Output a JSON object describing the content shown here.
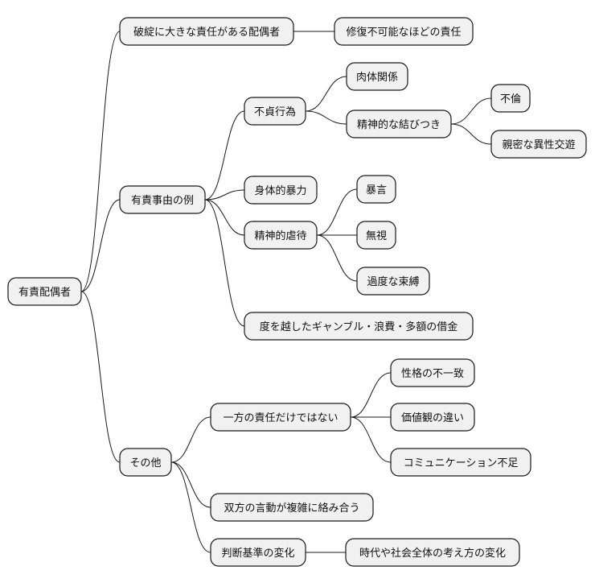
{
  "diagram": {
    "root": {
      "label": "有責配偶者"
    },
    "branches": [
      {
        "label": "破綻に大きな責任がある配偶者",
        "children": [
          {
            "label": "修復不可能なほどの責任"
          }
        ]
      },
      {
        "label": "有責事由の例",
        "children": [
          {
            "label": "不貞行為",
            "children": [
              {
                "label": "肉体関係"
              },
              {
                "label": "精神的な結びつき",
                "children": [
                  {
                    "label": "不倫"
                  },
                  {
                    "label": "親密な異性交遊"
                  }
                ]
              }
            ]
          },
          {
            "label": "身体的暴力"
          },
          {
            "label": "精神的虐待",
            "children": [
              {
                "label": "暴言"
              },
              {
                "label": "無視"
              },
              {
                "label": "過度な束縛"
              }
            ]
          },
          {
            "label": "度を越したギャンブル・浪費・多額の借金"
          }
        ]
      },
      {
        "label": "その他",
        "children": [
          {
            "label": "一方の責任だけではない",
            "children": [
              {
                "label": "性格の不一致"
              },
              {
                "label": "価値観の違い"
              },
              {
                "label": "コミュニケーション不足"
              }
            ]
          },
          {
            "label": "双方の言動が複雑に絡み合う"
          },
          {
            "label": "判断基準の変化",
            "children": [
              {
                "label": "時代や社会全体の考え方の変化"
              }
            ]
          }
        ]
      }
    ]
  },
  "colors": {
    "node_fill": "#f1f1f1",
    "node_stroke": "#181818",
    "edge": "#181818",
    "text": "#111111",
    "background": "#ffffff"
  }
}
